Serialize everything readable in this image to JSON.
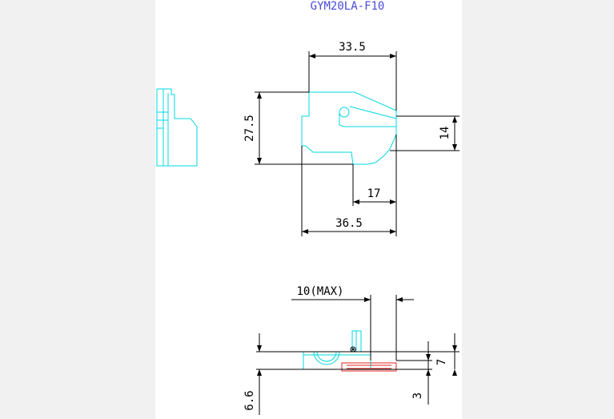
{
  "drawing": {
    "title": "GYM20LA-F10",
    "colors": {
      "part": "#00d8e0",
      "dimension": "#000000",
      "title": "#4a4ad8",
      "section": "#e02020",
      "background": "#ffffff"
    }
  },
  "top_view": {
    "dim_width_top": "33.5",
    "dim_height_left": "27.5",
    "dim_height_right": "14",
    "dim_inner_width": "17",
    "dim_total_width": "36.5"
  },
  "side_view": {
    "dim_gap_label": "10(MAX)",
    "dim_height_right": "7",
    "dim_depth_right": "3",
    "dim_height_left": "6.6"
  }
}
